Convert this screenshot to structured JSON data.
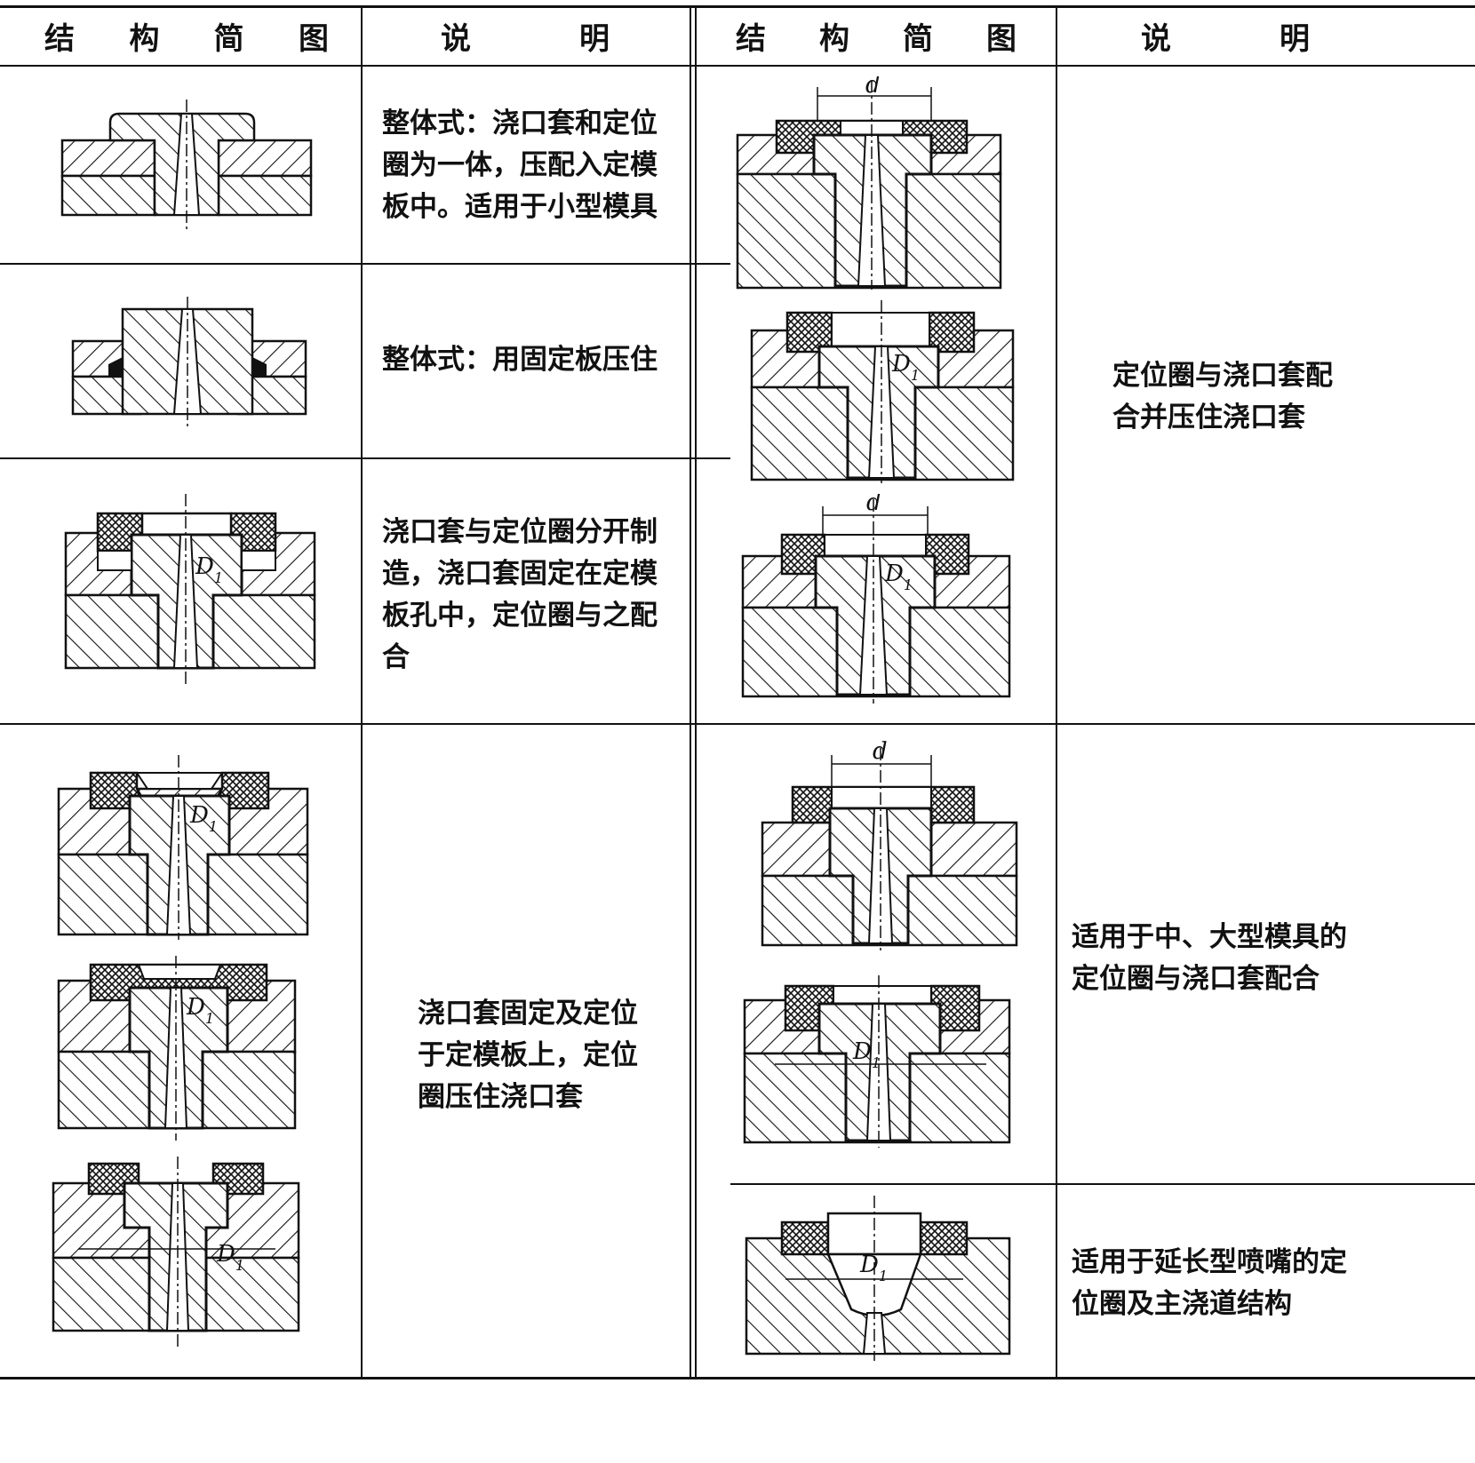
{
  "table": {
    "headers": {
      "left": {
        "figure": [
          "结",
          "构",
          "简",
          "图"
        ],
        "desc": [
          "说",
          "明"
        ]
      },
      "right": {
        "figure": [
          "结",
          "构",
          "简",
          "图"
        ],
        "desc": [
          "说",
          "明"
        ]
      }
    },
    "left_rows": [
      {
        "desc": "整体式：浇口套和定位\n圈为一体，压配入定模\n板中。适用于小型模具"
      },
      {
        "desc": "整体式：用固定板压住"
      },
      {
        "desc": "浇口套与定位圈分开制\n造，浇口套固定在定模\n板孔中，定位圈与之配\n合"
      },
      {
        "desc": "浇口套固定及定位\n于定模板上，定位\n圈压住浇口套"
      }
    ],
    "right_rows": [
      {
        "desc": "定位圈与浇口套配\n合并压住浇口套"
      },
      {
        "desc": "适用于中、大型模具的\n定位圈与浇口套配合"
      },
      {
        "desc": "适用于延长型喷嘴的定\n位圈及主浇道结构"
      }
    ],
    "dimension_labels": {
      "d": "d",
      "D1": "D",
      "D1_sub": "1"
    }
  }
}
